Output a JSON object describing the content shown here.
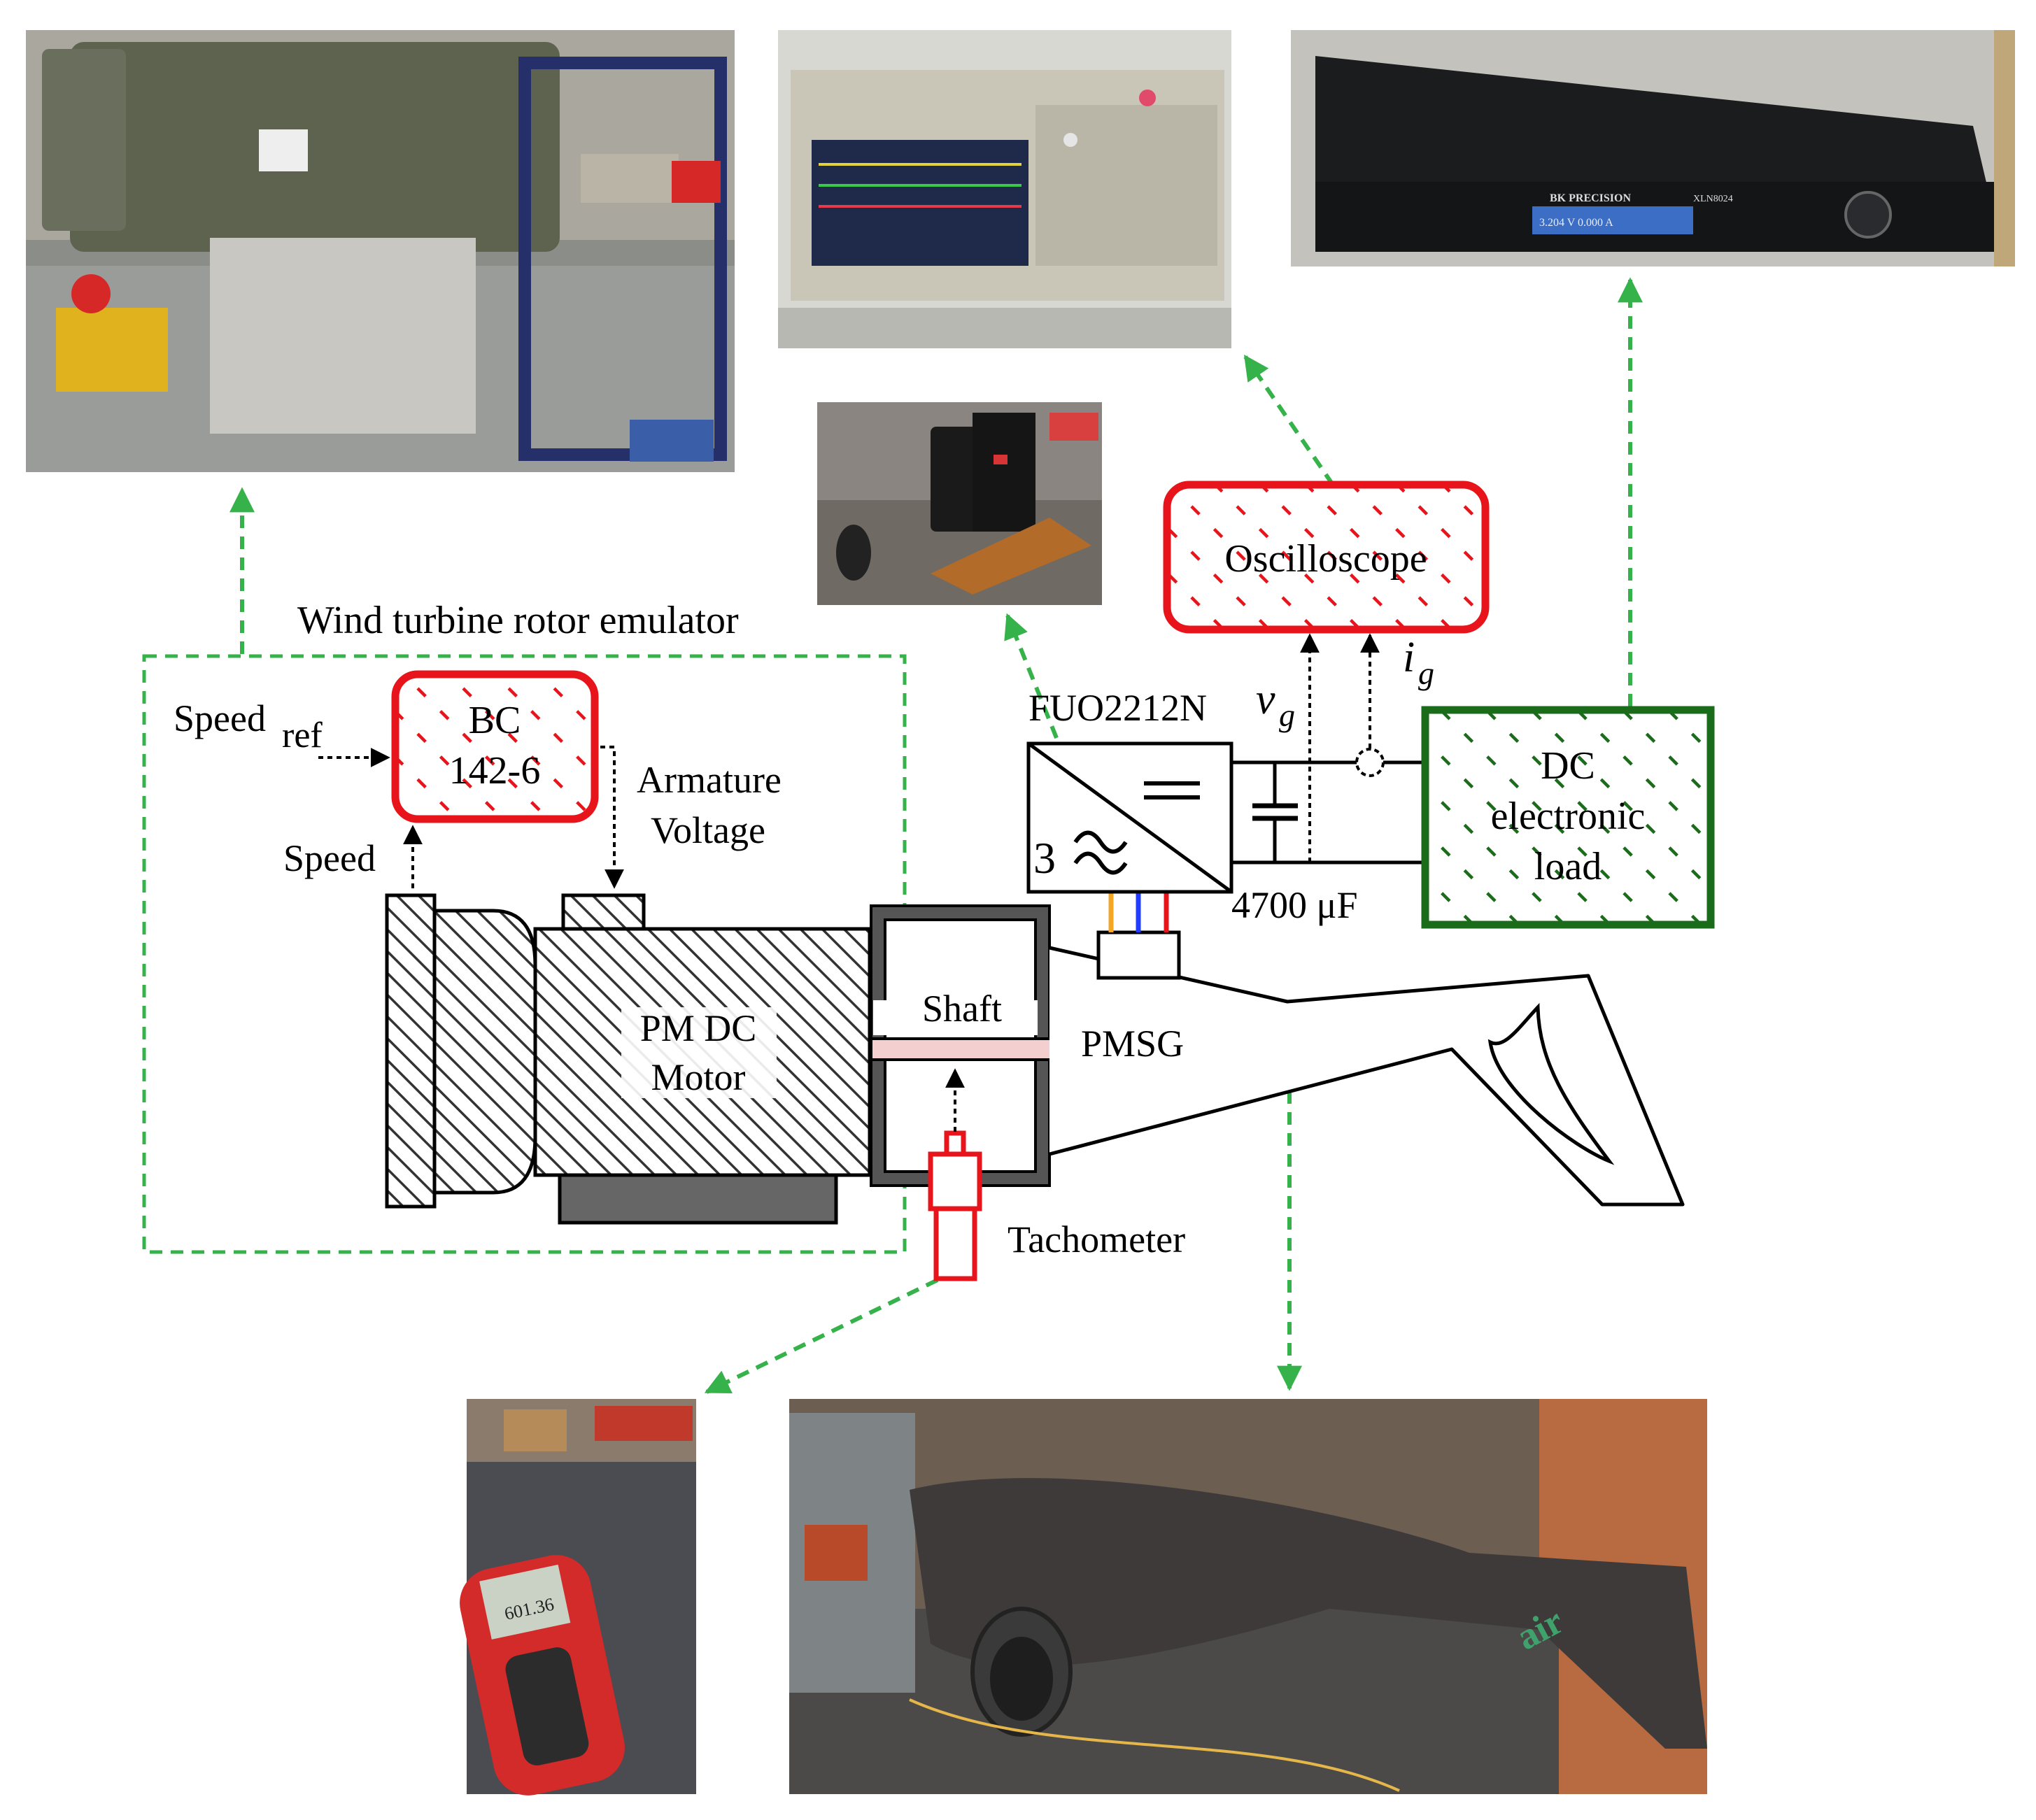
{
  "labels": {
    "emulator": "Wind turbine rotor emulator",
    "speed_ref_main": "Speed",
    "speed_ref_sub": "ref",
    "bc_line1": "BC",
    "bc_line2": "142-6",
    "armature_line1": "Armature",
    "armature_line2": "Voltage",
    "speed": "Speed",
    "motor_line1": "PM DC",
    "motor_line2": "Motor",
    "shaft": "Shaft",
    "pmsg": "PMSG",
    "tachometer": "Tachometer",
    "rectifier": "FUO2212N",
    "rectifier_three": "3",
    "capacitor": "4700 μF",
    "oscilloscope": "Oscilloscope",
    "vg_main": "v",
    "vg_sub": "g",
    "ig_main": "i",
    "ig_sub": "g",
    "load_line1": "DC",
    "load_line2": "electronic",
    "load_line3": "load"
  },
  "photos": {
    "motor_rig": "motor-rig-photo",
    "oscilloscope": "oscilloscope-photo",
    "power_supply": "power-supply-photo",
    "power_supply_brand": "BK PRECISION",
    "power_supply_model": "XLN8024",
    "power_supply_reading": "3.204 V   0.000 A",
    "rectifier_board": "rectifier-board-photo",
    "tachometer": "tachometer-photo",
    "tachometer_reading": "601.36",
    "turbine": "turbine-photo",
    "turbine_brand": "air"
  },
  "colors": {
    "red_block": "#e8141b",
    "green_block": "#1a6b1a",
    "dashed_green": "#36b24a",
    "hatch": "#333333",
    "wire_yellow": "#f5a623",
    "wire_blue": "#1f3cff",
    "wire_red": "#e8141b",
    "shaft_pink": "#f4cfcf"
  }
}
